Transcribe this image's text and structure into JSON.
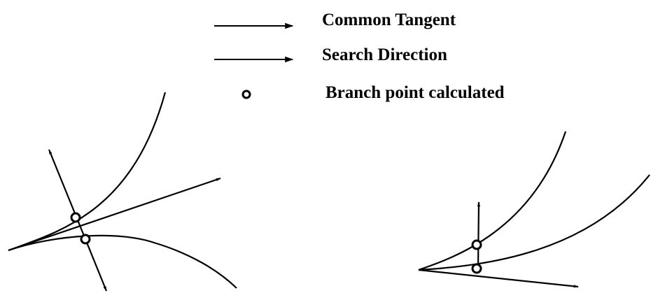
{
  "legend": {
    "items": [
      {
        "label": "Common Tangent",
        "symbol": "arrow"
      },
      {
        "label": "Search Direction",
        "symbol": "arrow"
      },
      {
        "label": "Branch point calculated",
        "symbol": "circle-marker"
      }
    ]
  },
  "colors": {
    "ink": "#000000",
    "background": "#ffffff"
  }
}
